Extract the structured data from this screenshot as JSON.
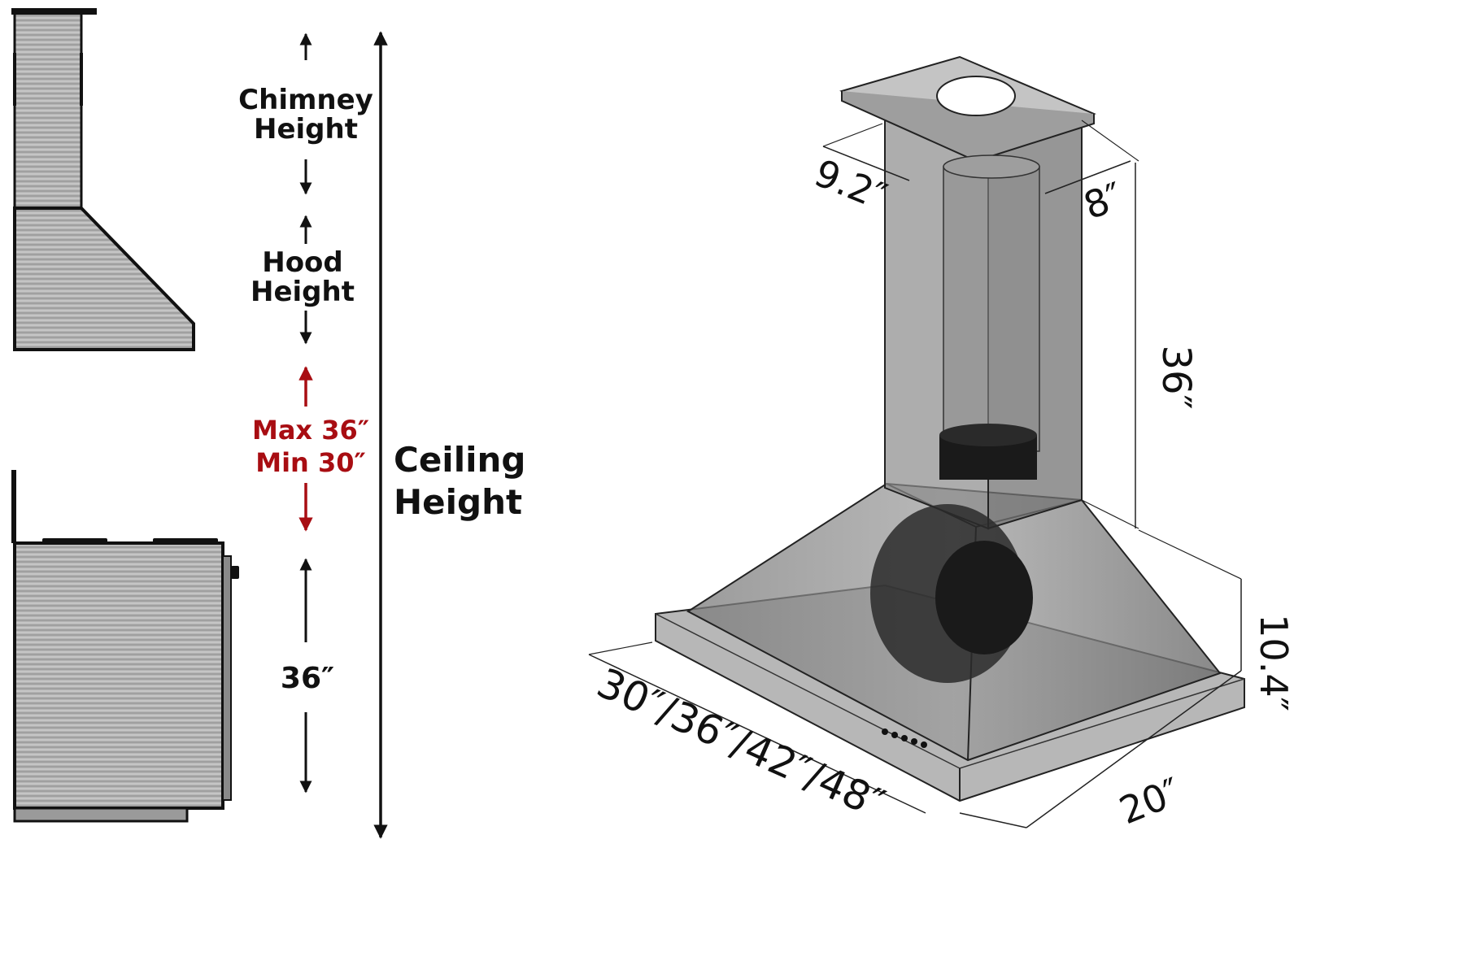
{
  "left_diagram": {
    "chimney_label": {
      "line1": "Chimney",
      "line2": "Height"
    },
    "hood_label": {
      "line1": "Hood",
      "line2": "Height"
    },
    "clearance_label": {
      "line1": "Max 36″",
      "line2": "Min 30″"
    },
    "range_height": "36″",
    "ceiling_label": {
      "line1": "Ceiling",
      "line2": "Height"
    },
    "clearance_color": "#a80d12"
  },
  "right_diagram": {
    "top_depth": "9.2″",
    "top_width": "8″",
    "chimney_height": "36″",
    "hood_height": "10.4″",
    "widths": "30″/36″/42″/48″",
    "depth": "20″"
  }
}
